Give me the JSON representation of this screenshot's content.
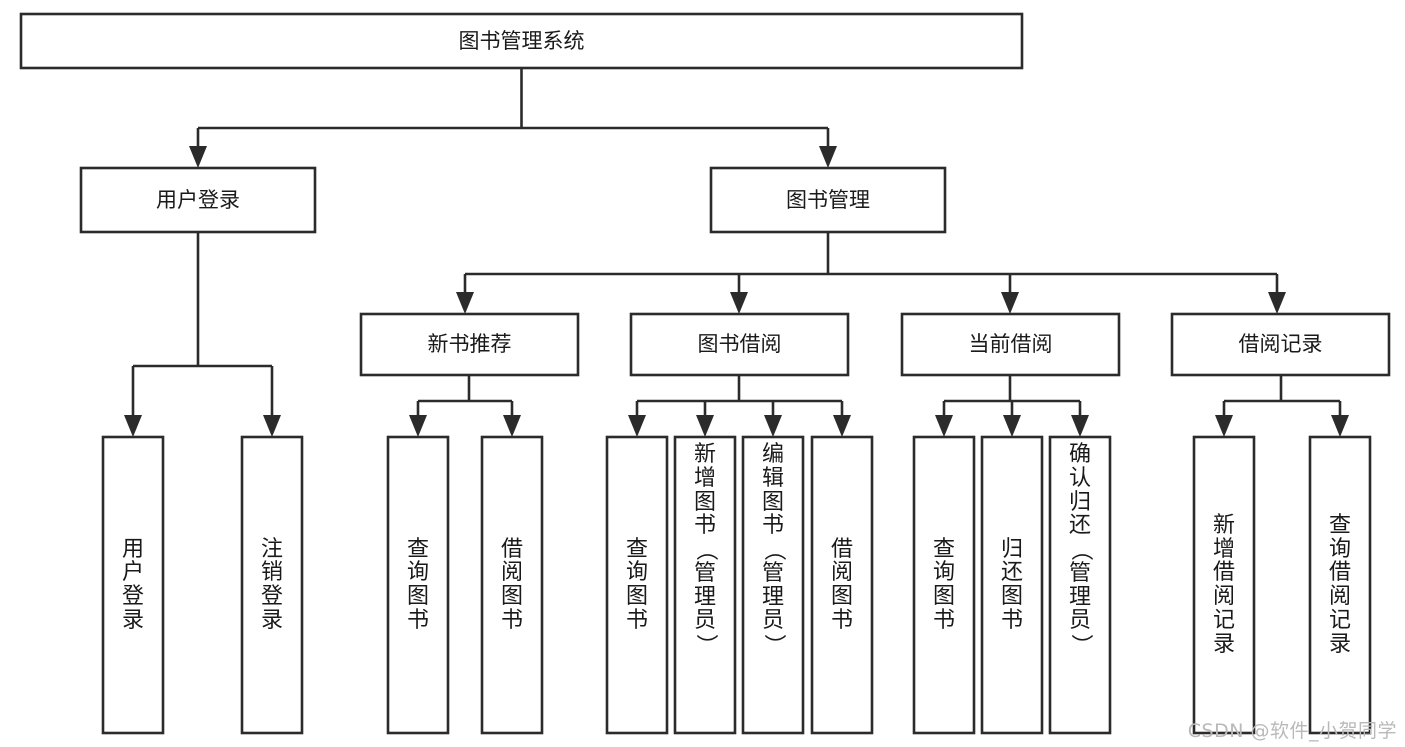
{
  "diagram": {
    "type": "tree-hierarchy-flowchart",
    "title": "图书管理系统",
    "orientation": "top-down",
    "colors": {
      "box_stroke": "#2b2b2b",
      "box_fill": "#ffffff",
      "text": "#1a1a1a",
      "background": "#ffffff",
      "watermark": "#b9b9b9"
    },
    "root": {
      "label": "图书管理系统"
    },
    "level2": [
      {
        "label": "用户登录"
      },
      {
        "label": "图书管理"
      }
    ],
    "level3": [
      {
        "label": "新书推荐"
      },
      {
        "label": "图书借阅"
      },
      {
        "label": "当前借阅"
      },
      {
        "label": "借阅记录"
      }
    ],
    "leaves": {
      "user_login": [
        {
          "label": "用户登录"
        },
        {
          "label": "注销登录"
        }
      ],
      "new_book_recommend": [
        {
          "label": "查询图书"
        },
        {
          "label": "借阅图书"
        }
      ],
      "book_borrow": [
        {
          "label": "查询图书"
        },
        {
          "label": "新增图书（管理员）"
        },
        {
          "label": "编辑图书（管理员）"
        },
        {
          "label": "借阅图书"
        }
      ],
      "current_borrow": [
        {
          "label": "查询图书"
        },
        {
          "label": "归还图书"
        },
        {
          "label": "确认归还（管理员）"
        }
      ],
      "borrow_record": [
        {
          "label": "新增借阅记录"
        },
        {
          "label": "查询借阅记录"
        }
      ]
    }
  },
  "watermark": {
    "text": "CSDN @软件_小贺同学"
  }
}
